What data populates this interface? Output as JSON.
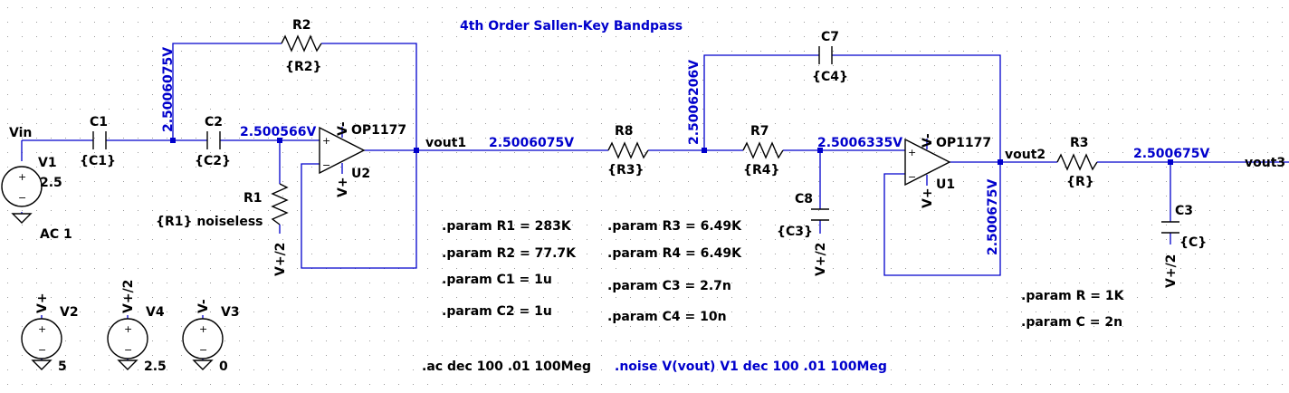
{
  "title": "4th Order Sallen-Key Bandpass",
  "nets": {
    "vin": "Vin",
    "vout1": "vout1",
    "vout2": "vout2",
    "vout3": "vout3"
  },
  "voltages": {
    "n1": "2.5006075V",
    "n2": "2.500566V",
    "vout1": "2.5006075V",
    "n3": "2.5006206V",
    "n4": "2.5006335V",
    "vout2": "2.500675V",
    "vout3": "2.500675V"
  },
  "components": {
    "c1": {
      "name": "C1",
      "value": "{C1}"
    },
    "c2": {
      "name": "C2",
      "value": "{C2}"
    },
    "r2": {
      "name": "R2",
      "value": "{R2}"
    },
    "r1": {
      "name": "R1",
      "value": "{R1} noiseless"
    },
    "u2": {
      "name": "U2",
      "model": "OP1177"
    },
    "r8": {
      "name": "R8",
      "value": "{R3}"
    },
    "r7": {
      "name": "R7",
      "value": "{R4}"
    },
    "c7": {
      "name": "C7",
      "value": "{C4}"
    },
    "c8": {
      "name": "C8",
      "value": "{C3}"
    },
    "u1": {
      "name": "U1",
      "model": "OP1177"
    },
    "r3": {
      "name": "R3",
      "value": "{R}"
    },
    "c3": {
      "name": "C3",
      "value": "{C}"
    },
    "v1": {
      "name": "V1",
      "value": "2.5",
      "ac": "AC 1"
    },
    "v2": {
      "name": "V2",
      "net": "V+",
      "value": "5"
    },
    "v4": {
      "name": "V4",
      "net": "V+/2",
      "value": "2.5"
    },
    "v3": {
      "name": "V3",
      "net": "V-",
      "value": "0"
    }
  },
  "supply": {
    "vplus": "V+",
    "vminus": "V-",
    "vhalf": "V+/2"
  },
  "params": {
    "r1": ".param R1 = 283K",
    "r2": ".param R2 = 77.7K",
    "c1": ".param C1 = 1u",
    "c2": ".param C2 = 1u",
    "r3": ".param R3 = 6.49K",
    "r4": ".param R4 = 6.49K",
    "c3": ".param C3 = 2.7n",
    "c4": ".param C4 = 10n",
    "r": ".param R = 1K",
    "c": ".param C = 2n"
  },
  "directives": {
    "ac": ".ac dec 100 .01 100Meg",
    "noise": ".noise V(vout) V1 dec 100 .01 100Meg"
  },
  "colors": {
    "wire": "#0000cc",
    "component": "#000000",
    "grid": "#9a9a9a",
    "background": "#ffffff"
  }
}
